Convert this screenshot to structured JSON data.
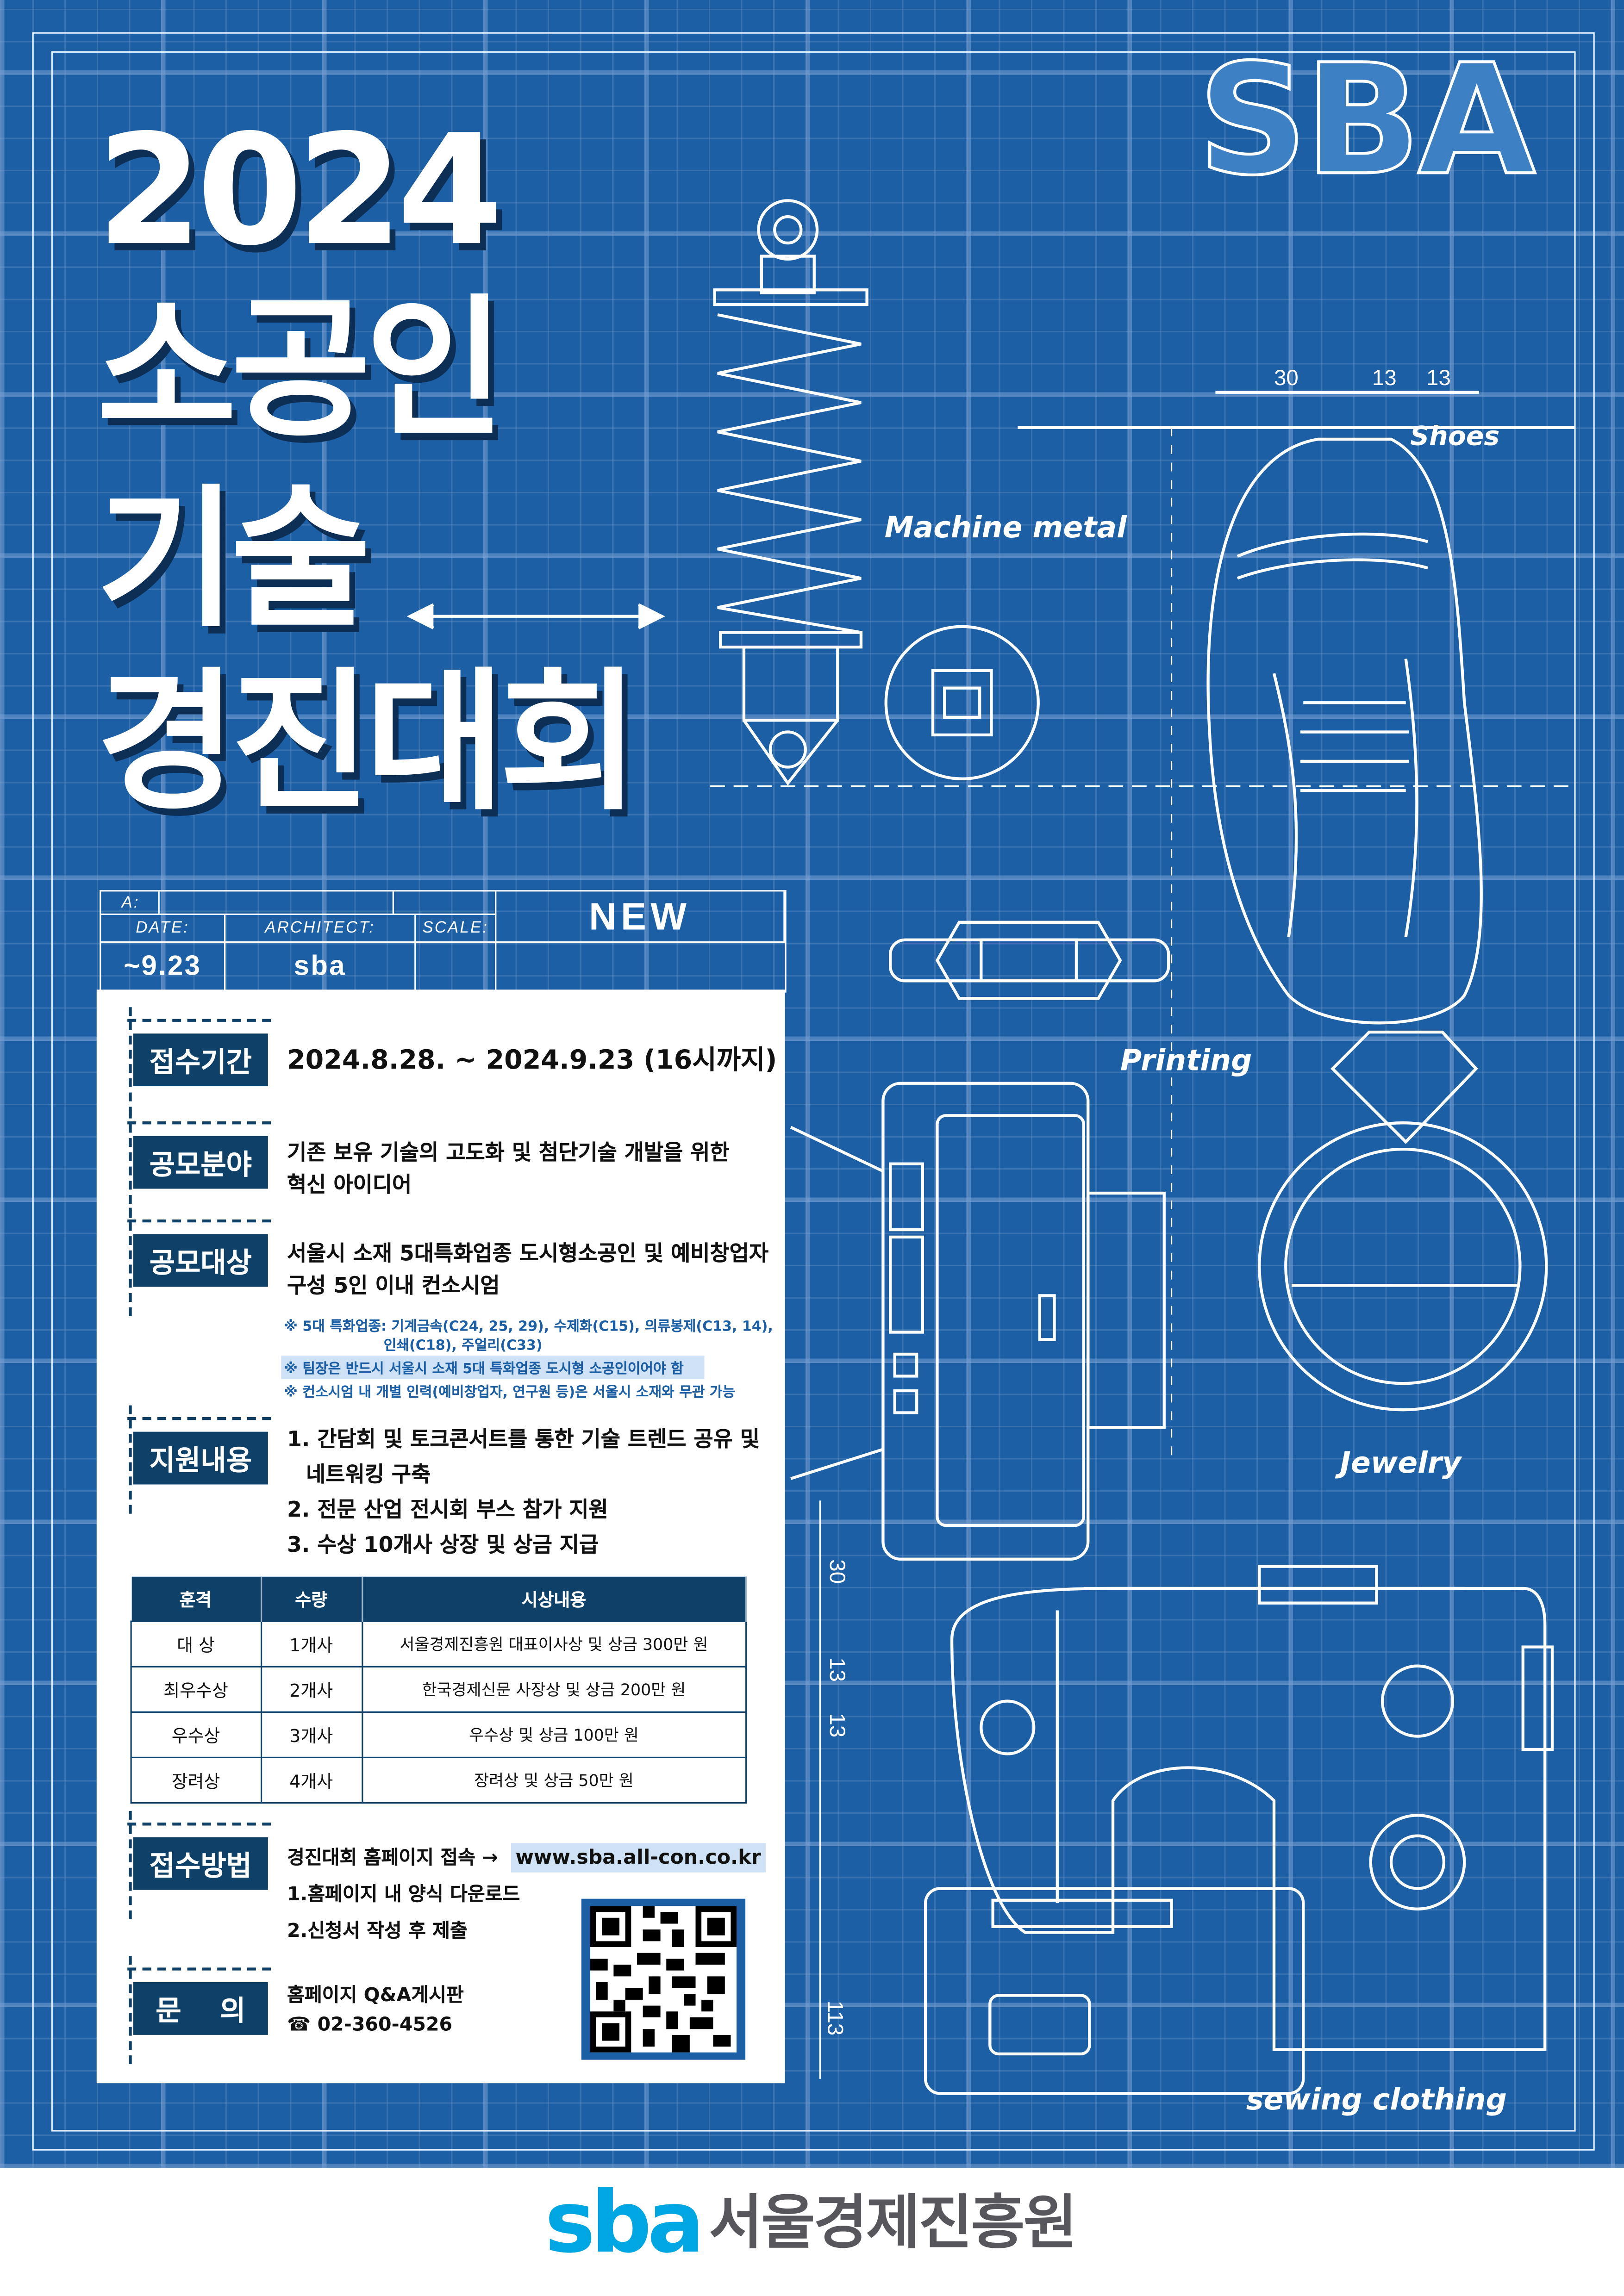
{
  "poster": {
    "year": "2024",
    "title_lines": [
      "소공인",
      "기술",
      "경진대회"
    ],
    "brand_outline": "SBA",
    "colors": {
      "blueprint": "#1c5fa5",
      "navy": "#0f4068",
      "sba_cyan": "#00a6e2",
      "logo_gray": "#56565c",
      "highlight": "#cfe1f4"
    }
  },
  "illustrations": {
    "labels": {
      "machine_metal": "Machine metal",
      "shoes": "Shoes",
      "printing": "Printing",
      "jewelry": "Jewelry",
      "sewing": "sewing clothing"
    },
    "dimensions_top": [
      "30",
      "13",
      "13"
    ],
    "dimensions_side": [
      "30",
      "13",
      "13",
      "113"
    ]
  },
  "title_block": {
    "a_label": "A:",
    "date_label": "DATE:",
    "architect_label": "ARCHITECT:",
    "scale_label": "SCALE:",
    "new_label": "NEW",
    "date_value": "~9.23",
    "architect_value": "sba"
  },
  "sections": {
    "period": {
      "label": "접수기간",
      "text": "2024.8.28. ~ 2024.9.23 (16시까지)"
    },
    "field": {
      "label": "공모분야",
      "lines": [
        "기존 보유 기술의 고도화 및 첨단기술 개발을 위한",
        "혁신 아이디어"
      ]
    },
    "target": {
      "label": "공모대상",
      "lines": [
        "서울시 소재 5대특화업종 도시형소공인 및 예비창업자",
        "구성 5인 이내 컨소시엄"
      ],
      "notes": [
        "※ 5대 특화업종: 기계금속(C24, 25, 29), 수제화(C15), 의류봉제(C13, 14),",
        "인쇄(C18), 주얼리(C33)",
        "※ 팀장은 반드시 서울시 소재 5대 특화업종 도시형 소공인이어야 함",
        "※ 컨소시엄 내 개별 인력(예비창업자, 연구원 등)은 서울시 소재와 무관 가능"
      ]
    },
    "support": {
      "label": "지원내용",
      "lines": [
        "1. 간담회 및 토크콘서트를 통한 기술 트렌드 공유 및",
        "네트워킹 구축",
        "2. 전문 산업 전시회 부스 참가 지원",
        "3. 수상 10개사 상장 및 상금 지급"
      ]
    },
    "prize_table": {
      "headers": [
        "훈격",
        "수량",
        "시상내용"
      ],
      "rows": [
        [
          "대 상",
          "1개사",
          "서울경제진흥원 대표이사상 및 상금 300만 원"
        ],
        [
          "최우수상",
          "2개사",
          "한국경제신문 사장상 및 상금 200만 원"
        ],
        [
          "우수상",
          "3개사",
          "우수상 및 상금 100만 원"
        ],
        [
          "장려상",
          "4개사",
          "장려상 및 상금 50만 원"
        ]
      ]
    },
    "apply": {
      "label": "접수방법",
      "line1": "경진대회 홈페이지 접속 →",
      "url": "www.sba.all-con.co.kr",
      "steps": [
        "1.홈페이지 내 양식 다운로드",
        "2.신청서 작성 후 제출"
      ]
    },
    "contact": {
      "label": "문    의",
      "board": "홈페이지 Q&A게시판",
      "phone": "☎ 02-360-4526"
    }
  },
  "footer": {
    "logo_mark": "sba",
    "org_name": "서울경제진흥원"
  }
}
